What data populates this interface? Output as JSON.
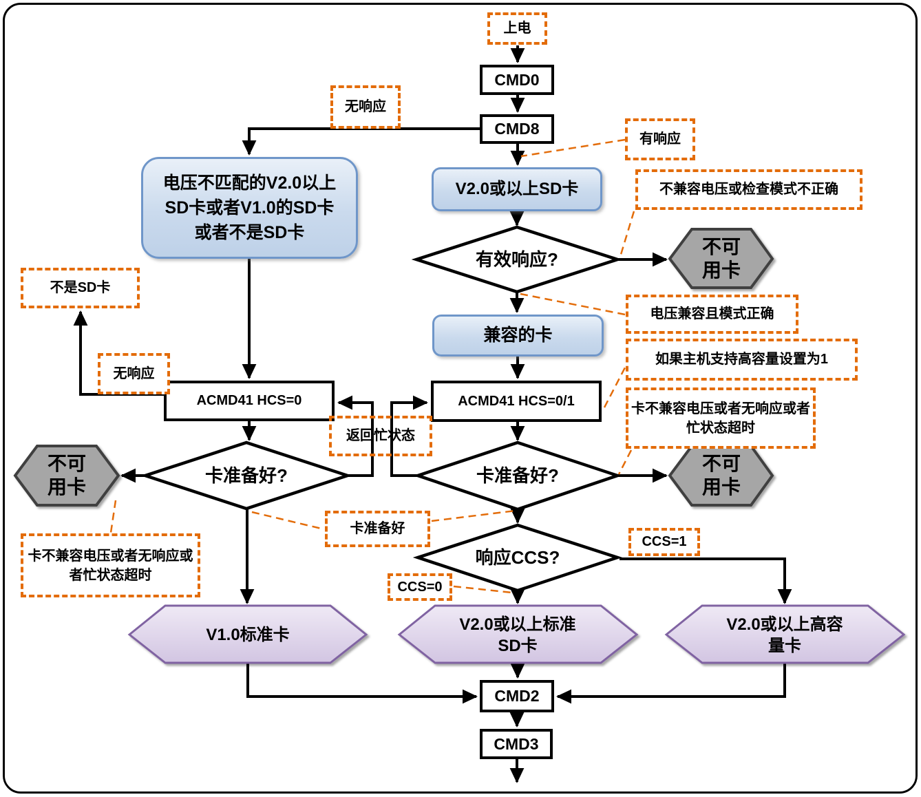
{
  "colors": {
    "accent_orange": "#E36C09",
    "line_black": "#000000",
    "blue_fill": "#cadaed",
    "blue_border": "#6f96c9",
    "gray_fill": "#A6A6A6",
    "gray_border": "#3F3F3F",
    "purple_fill": "#DDD2EA",
    "purple_border": "#8064A2"
  },
  "terminals": {
    "power_on": "上电"
  },
  "process": {
    "cmd0": "CMD0",
    "cmd8": "CMD8",
    "cmd2": "CMD2",
    "cmd3": "CMD3",
    "acmd41_hcs0": "ACMD41 HCS=0",
    "acmd41_hcs01": "ACMD41 HCS=0/1"
  },
  "states": {
    "mismatch": "电压不匹配的V2.0以上SD卡或者V1.0的SD卡或者不是SD卡",
    "v2_sd": "V2.0或以上SD卡",
    "compatible": "兼容的卡"
  },
  "decisions": {
    "valid_response": "有效响应?",
    "card_ready_left": "卡准备好?",
    "card_ready_right": "卡准备好?",
    "ccs": "响应CCS?"
  },
  "endpoints": {
    "unusable_top": "不可用卡",
    "unusable_left": "不可用卡",
    "unusable_right": "不可用卡",
    "v1_standard": "V1.0标准卡",
    "v2_standard": "V2.0或以上标准SD卡",
    "v2_high_capacity": "V2.0或以上高容量卡"
  },
  "annotations": {
    "no_response_top": "无响应",
    "has_response": "有响应",
    "incompatible": "不兼容电压或检查模式不正确",
    "compatible_ok": "电压兼容且模式正确",
    "hcs_hint": "如果主机支持高容量设置为1",
    "timeout_right": "卡不兼容电压或者无响应或者忙状态超时",
    "not_sd": "不是SD卡",
    "no_response_left": "无响应",
    "busy": "返回忙状态",
    "timeout_left": "卡不兼容电压或者无响应或者忙状态超时",
    "card_ready": "卡准备好",
    "ccs1": "CCS=1",
    "ccs0": "CCS=0"
  }
}
